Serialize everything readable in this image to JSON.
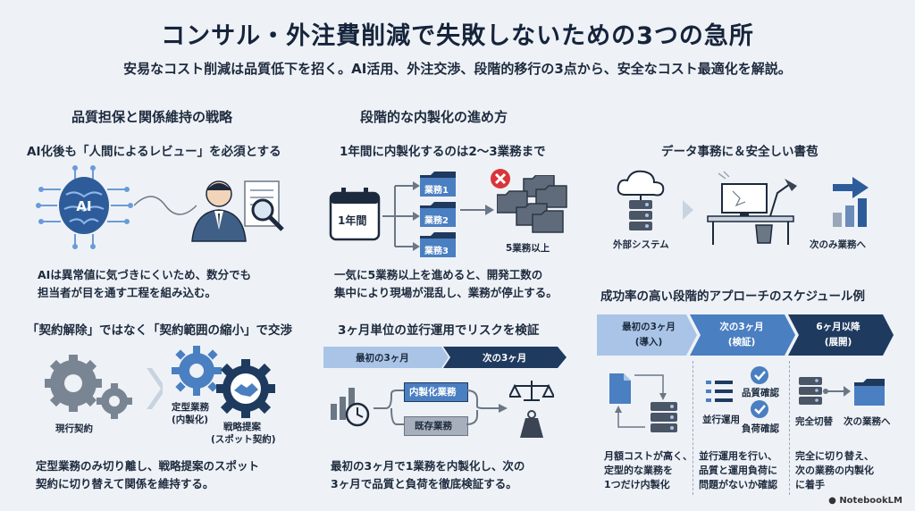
{
  "title": "コンサル・外注費削減で失敗しないための3つの急所",
  "subtitle": "安易なコスト削減は品質低下を招く。AI活用、外注交渉、段階的移行の3点から、安全なコスト最適化を解説。",
  "col1": {
    "heading": "品質担保と関係維持の戦略",
    "s1_title": "AI化後も「人間によるレビュー」を必須とする",
    "ai_label": "AI",
    "s1_text_1": "AIは異常値に気づきにくいため、数分でも",
    "s1_text_2": "担当者が目を通す工程を組み込む。",
    "s2_title": "「契約解除」ではなく「契約範囲の縮小」で交渉",
    "current_contract": "現行契約",
    "routine_1": "定型業務",
    "routine_2": "(内製化)",
    "strategy_1": "戦略提案",
    "strategy_2": "(スポット契約)",
    "s2_text_1": "定型業務のみ切り離し、戦略提案のスポット",
    "s2_text_2": "契約に切り替えて関係を維持する。"
  },
  "col2": {
    "heading": "段階的な内製化の進め方",
    "s1_title": "1年間に内製化するのは2〜3業務まで",
    "year_label": "1年間",
    "task1": "業務1",
    "task2": "業務2",
    "task3": "業務3",
    "five_tasks": "5業務以上",
    "s1_text_1": "一気に5業務以上を進めると、開発工数の",
    "s1_text_2": "集中により現場が混乱し、業務が停止する。",
    "s2_title": "3ヶ月単位の並行運用でリスクを検証",
    "phase_first": "最初の3ヶ月",
    "phase_next": "次の3ヶ月",
    "inhouse_label": "内製化業務",
    "existing_label": "既存業務",
    "s2_text_1": "最初の3ヶ月で1業務を内製化し、次の",
    "s2_text_2": "3ヶ月で品質と負荷を徹底検証する。"
  },
  "col3": {
    "s1_title": "データ事務に＆安全しい書苞",
    "external_system": "外部システム",
    "next_only": "次のみ業務へ",
    "s2_title": "成功率の高い段階的アプローチのスケジュール例",
    "steps": [
      {
        "l1": "最初の3ヶ月",
        "l2": "(導入)"
      },
      {
        "l1": "次の3ヶ月",
        "l2": "(検証)"
      },
      {
        "l1": "6ヶ月以降",
        "l2": "(展開)"
      }
    ],
    "parallel_op": "並行運用",
    "quality_check": "品質確認",
    "load_check": "負荷確認",
    "full_switch": "完全切替",
    "next_tasks": "次の業務へ",
    "d1": [
      "月額コストが高く、",
      "定型的な業務を",
      "1つだけ内製化"
    ],
    "d2": [
      "並行運用を行い、",
      "品質と運用負荷に",
      "問題がないか確認"
    ],
    "d3": [
      "完全に切り替え、",
      "次の業務の内製化",
      "に着手"
    ]
  },
  "footer": "NotebookLM",
  "colors": {
    "navy": "#1f3a5f",
    "blue": "#4a7fc1",
    "light_blue": "#a9c4e6",
    "gray": "#6b7785"
  }
}
